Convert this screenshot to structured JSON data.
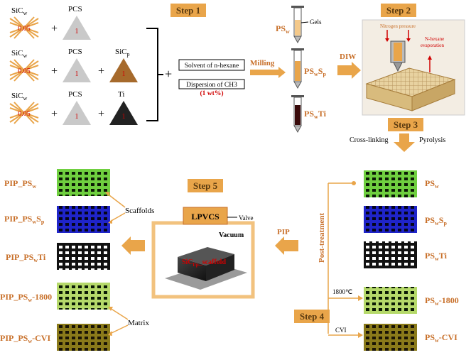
{
  "colors": {
    "orange": "#e9a54a",
    "orange_dark": "#c8702a",
    "green": "#6fcf3f",
    "blue": "#1f24c9",
    "black": "#111111",
    "light_green": "#b5d96a",
    "olive": "#8a7a1a",
    "red": "#d00000",
    "gray": "#c9c9c9"
  },
  "steps": {
    "step1": "Step 1",
    "step2": "Step 2",
    "step3": "Step 3",
    "step4": "Step 4",
    "step5": "Step 5"
  },
  "step1": {
    "rows": [
      {
        "sic_w": "SiC",
        "sic_w_sub": "w",
        "sic_w_value": "0.05",
        "pcs": "PCS",
        "pcs_value": "1"
      },
      {
        "sic_w": "SiC",
        "sic_w_sub": "w",
        "sic_w_value": "0.05",
        "pcs": "PCS",
        "pcs_value": "1",
        "third": "SiC",
        "third_sub": "p",
        "third_value": "1"
      },
      {
        "sic_w": "SiC",
        "sic_w_sub": "w",
        "sic_w_value": "0.05",
        "pcs": "PCS",
        "pcs_value": "1",
        "third": "Ti",
        "third_value": "1"
      }
    ],
    "plus": "+",
    "solvent": "Solvent of n-hexane",
    "dispersion": "Dispersion of CH3",
    "wt": "(1 wt%)"
  },
  "milling": "Milling",
  "gels": "Gels",
  "ps_labels": {
    "psw": "PS",
    "psw_sub": "w",
    "pswsp": "PS",
    "pswsp_sub1": "w",
    "pswsp_s": "S",
    "pswsp_sub2": "p",
    "pswti": "PS",
    "pswti_sub": "w",
    "pswti_suffix": "Ti"
  },
  "diw": "DIW",
  "nitrogen_pressure": "Nitrogen pressure",
  "nhexane_line1": "N-hexane",
  "nhexane_line2": "evaporation",
  "crosslinking": "Cross-linking",
  "pyrolysis": "Pyrolysis",
  "post_treatment": "Post-treatment",
  "temp_1800": "1800℃",
  "cvi": "CVI",
  "right_labels": {
    "r1": "PS",
    "r1_sub": "w",
    "r2": "PS",
    "r2_sub": "w",
    "r2_s": "S",
    "r2_sub2": "p",
    "r3": "PS",
    "r3_sub": "w",
    "r3_suffix": "Ti",
    "r4": "PS",
    "r4_sub": "w",
    "r4_suffix": "-1800",
    "r5": "PS",
    "r5_sub": "w",
    "r5_suffix": "-CVI"
  },
  "pip": "PIP",
  "lpvcs": "LPVCS",
  "valve": "Valve",
  "vacuum": "Vacuum",
  "scaffold_prefix": "SiC",
  "scaffold_sub": "f/p",
  "scaffold_suffix": "_scaffold",
  "scaffolds": "Scaffolds",
  "matrix": "Matrix",
  "left_labels": {
    "l1": "PIP_PS",
    "l1_sub": "w",
    "l2": "PIP_PS",
    "l2_sub": "w",
    "l2_s": "S",
    "l2_sub2": "p",
    "l3": "PIP_PS",
    "l3_sub": "w",
    "l3_suffix": "Ti",
    "l4": "PIP_PS",
    "l4_sub": "w",
    "l4_suffix": "-1800",
    "l5": "PIP_PS",
    "l5_sub": "w",
    "l5_suffix": "-CVI"
  }
}
